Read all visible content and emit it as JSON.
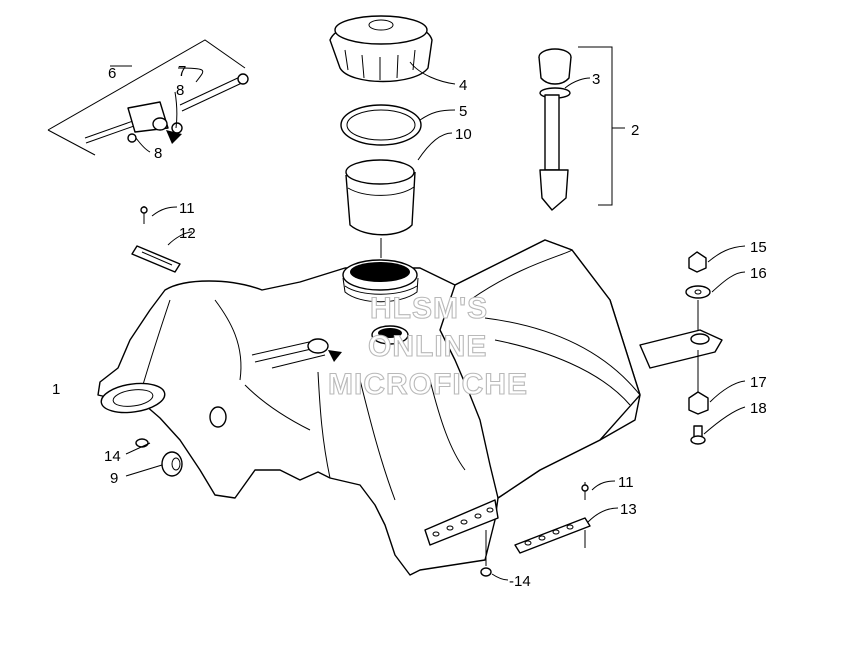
{
  "diagram": {
    "callouts": [
      {
        "id": "c1",
        "label": "1"
      },
      {
        "id": "c2",
        "label": "2"
      },
      {
        "id": "c3",
        "label": "3"
      },
      {
        "id": "c4",
        "label": "4"
      },
      {
        "id": "c5",
        "label": "5"
      },
      {
        "id": "c6",
        "label": "6"
      },
      {
        "id": "c7",
        "label": "7"
      },
      {
        "id": "c8a",
        "label": "8"
      },
      {
        "id": "c8b",
        "label": "8"
      },
      {
        "id": "c9",
        "label": "9"
      },
      {
        "id": "c10",
        "label": "10"
      },
      {
        "id": "c11a",
        "label": "11"
      },
      {
        "id": "c11b",
        "label": "11"
      },
      {
        "id": "c12",
        "label": "12"
      },
      {
        "id": "c13",
        "label": "13"
      },
      {
        "id": "c14a",
        "label": "14"
      },
      {
        "id": "c14b",
        "label": "-14"
      },
      {
        "id": "c15",
        "label": "15"
      },
      {
        "id": "c16",
        "label": "16"
      },
      {
        "id": "c17",
        "label": "17"
      },
      {
        "id": "c18",
        "label": "18"
      }
    ],
    "watermark": [
      "HLSM'S",
      "ONLINE",
      "MICROFICHE"
    ]
  }
}
